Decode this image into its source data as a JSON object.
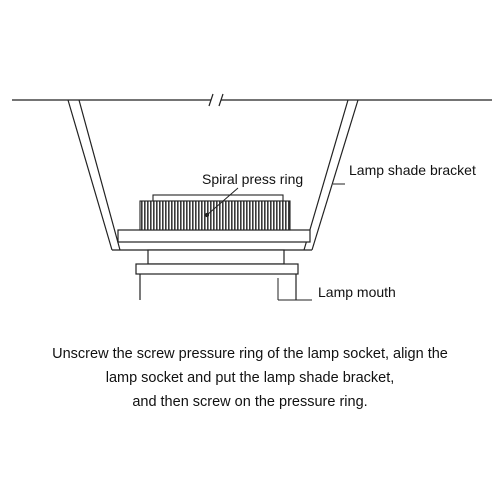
{
  "labels": {
    "spiral_press_ring": "Spiral press ring",
    "lamp_shade_bracket": "Lamp shade bracket",
    "lamp_mouth": "Lamp mouth"
  },
  "instructions": [
    "Unscrew the screw pressure ring of the lamp socket, align the",
    "lamp socket and put the lamp shade bracket,",
    "and then screw on the pressure ring."
  ]
}
